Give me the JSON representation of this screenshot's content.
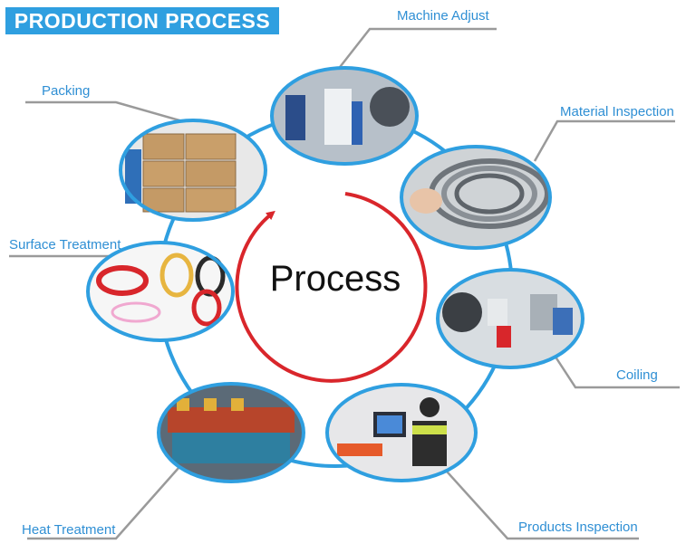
{
  "header": {
    "title": "PRODUCTION PROCESS"
  },
  "center": {
    "label": "Process"
  },
  "steps": [
    {
      "label": "Machine Adjust",
      "photo": "machine-photo"
    },
    {
      "label": "Material Inspection",
      "photo": "wire-coil-photo"
    },
    {
      "label": "Coiling",
      "photo": "coiling-machines-photo"
    },
    {
      "label": "Products Inspection",
      "photo": "worker-computer-photo"
    },
    {
      "label": "Heat Treatment",
      "photo": "furnace-photo"
    },
    {
      "label": "Surface Treatment",
      "photo": "springs-photo"
    },
    {
      "label": "Packing",
      "photo": "boxes-photo"
    }
  ],
  "colors": {
    "banner": "#2f9fe0",
    "label_text": "#2f8fd4",
    "ring": "#2f9fe0",
    "arrow": "#d9262b",
    "leader": "#9a9a9a"
  }
}
